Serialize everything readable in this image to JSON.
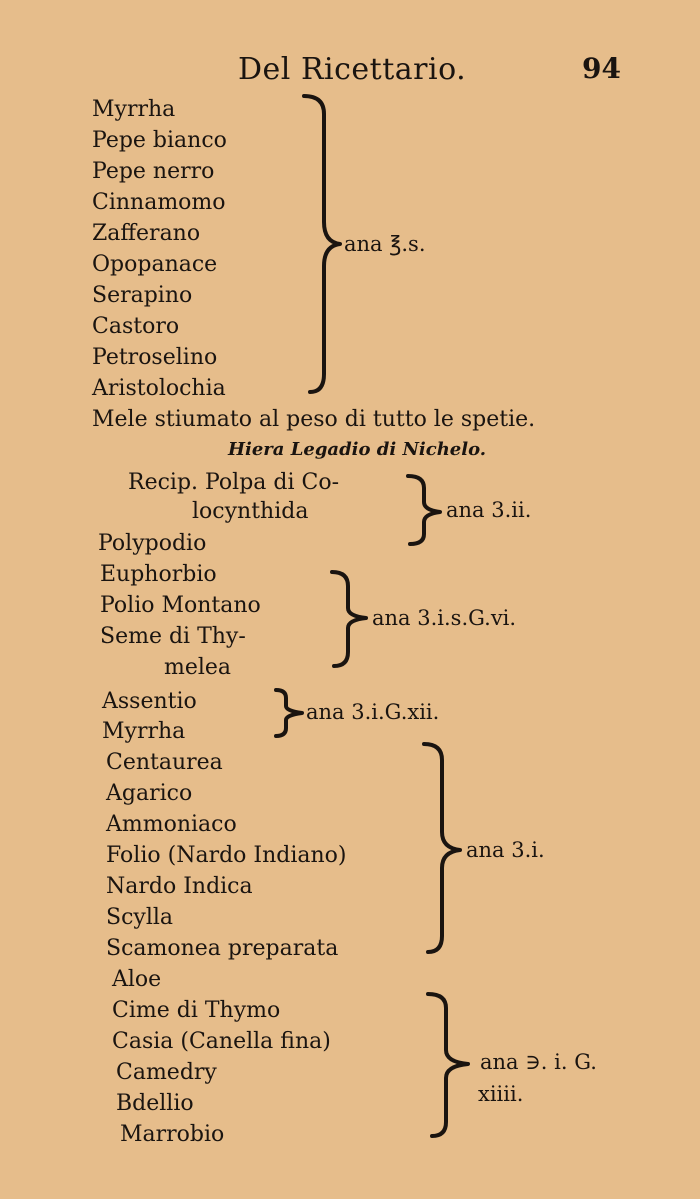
{
  "header": {
    "title": "Del Ricettario.",
    "page_number": "94"
  },
  "group1": {
    "items": [
      "Myrrha",
      "Pepe bianco",
      "Pepe nerro",
      "Cinnamomo",
      "Zafferano",
      "Opopanace",
      "Serapino",
      "Castoro",
      "Petroselino",
      "Aristolochia"
    ],
    "dose": "ana ℥.s."
  },
  "mele_line": "Mele stiumato al peso di tutto le spetie.",
  "subtitle": "Hiera Legadio di Nichelo.",
  "group2": {
    "items": [
      "Recip. Polpa di Co-",
      "locynthida",
      "Polypodio"
    ],
    "dose": "ana 3.ii."
  },
  "group3": {
    "items": [
      "Euphorbio",
      "Polio Montano",
      "Seme di Thy-",
      "melea"
    ],
    "dose": "ana 3.i.s.G.vi."
  },
  "group4": {
    "items": [
      "Assentio",
      "Myrrha"
    ],
    "dose": "ana 3.i.G.xii."
  },
  "group5": {
    "items": [
      "Centaurea",
      "Agarico",
      "Ammoniaco",
      "Folio (Nardo Indiano)",
      "Nardo Indica",
      "Scylla",
      "Scamonea preparata"
    ],
    "dose": "ana 3.i."
  },
  "group6": {
    "items": [
      "Aloe",
      "Cime di Thymo",
      "Casia (Canella fina)",
      "Camedry",
      "Bdellio",
      "Marrobio"
    ],
    "dose_line1": "ana ∋. i. G.",
    "dose_line2": "xiiii."
  }
}
